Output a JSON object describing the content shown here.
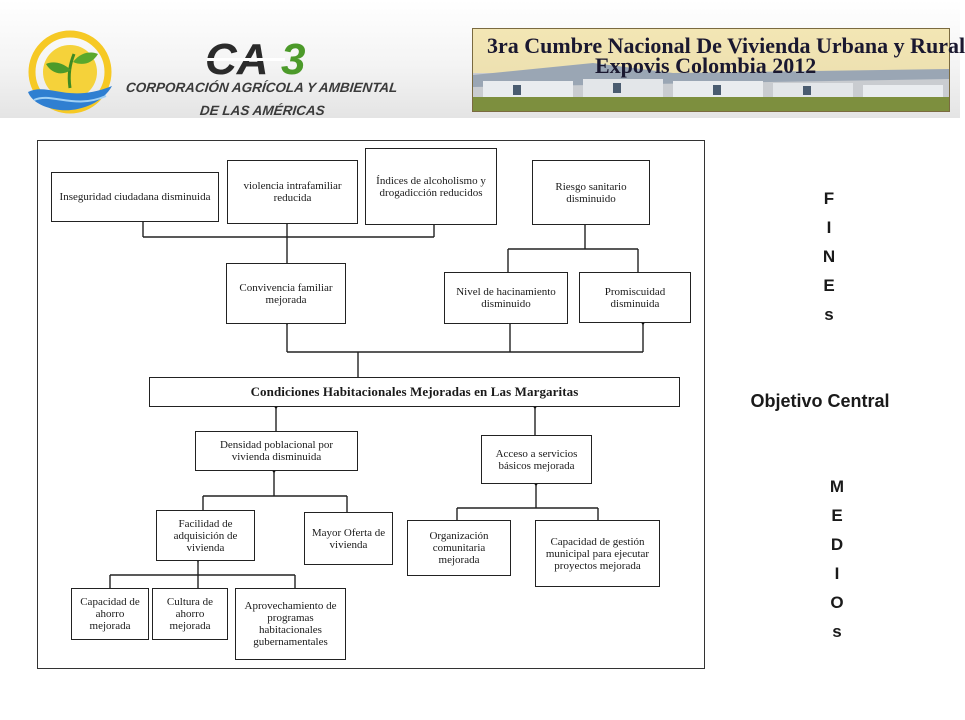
{
  "header": {
    "brand": "CA3",
    "org_line1": "CORPORACIÓN AGRÍCOLA Y AMBIENTAL",
    "org_line2": "DE LAS AMÉRICAS",
    "event_line1": "3ra Cumbre Nacional De Vivienda Urbana y Rural",
    "event_line2": "Expovis Colombia 2012",
    "icons": {
      "logo": "sun-plant-water-logo-icon",
      "banner": "housing-row-photo"
    },
    "colors": {
      "sun": "#f5c518",
      "leaf": "#4c9a2a",
      "water": "#2f7fd1",
      "brand_dark": "#2b2b2b",
      "brand_green": "#4c9a2a"
    }
  },
  "diagram": {
    "central": "Condiciones Habitacionales Mejoradas en Las Margaritas",
    "ends_top": [
      "Inseguridad ciudadana disminuida",
      "violencia intrafamiliar reducida",
      "Índices de alcoholismo y drogadicción reducidos",
      "Riesgo sanitario disminuido"
    ],
    "ends_mid": [
      "Convivencia familiar mejorada",
      "Nivel de hacinamiento disminuido",
      "Promiscuidad disminuida"
    ],
    "means_mid": [
      "Densidad poblacional por vivienda disminuida",
      "Acceso a servicios básicos mejorada"
    ],
    "means_low": [
      "Facilidad de adquisición de vivienda",
      "Mayor Oferta de vivienda",
      "Organización comunitaria mejorada",
      "Capacidad de gestión municipal para ejecutar proyectos mejorada"
    ],
    "means_base": [
      "Capacidad de ahorro mejorada",
      "Cultura de ahorro mejorada",
      "Aprovechamiento de programas habitacionales gubernamentales"
    ]
  },
  "side": {
    "fines": [
      "F",
      "I",
      "N",
      "E",
      "s"
    ],
    "objetivo": "Objetivo Central",
    "medios": [
      "M",
      "E",
      "D",
      "I",
      "O",
      "s"
    ]
  }
}
